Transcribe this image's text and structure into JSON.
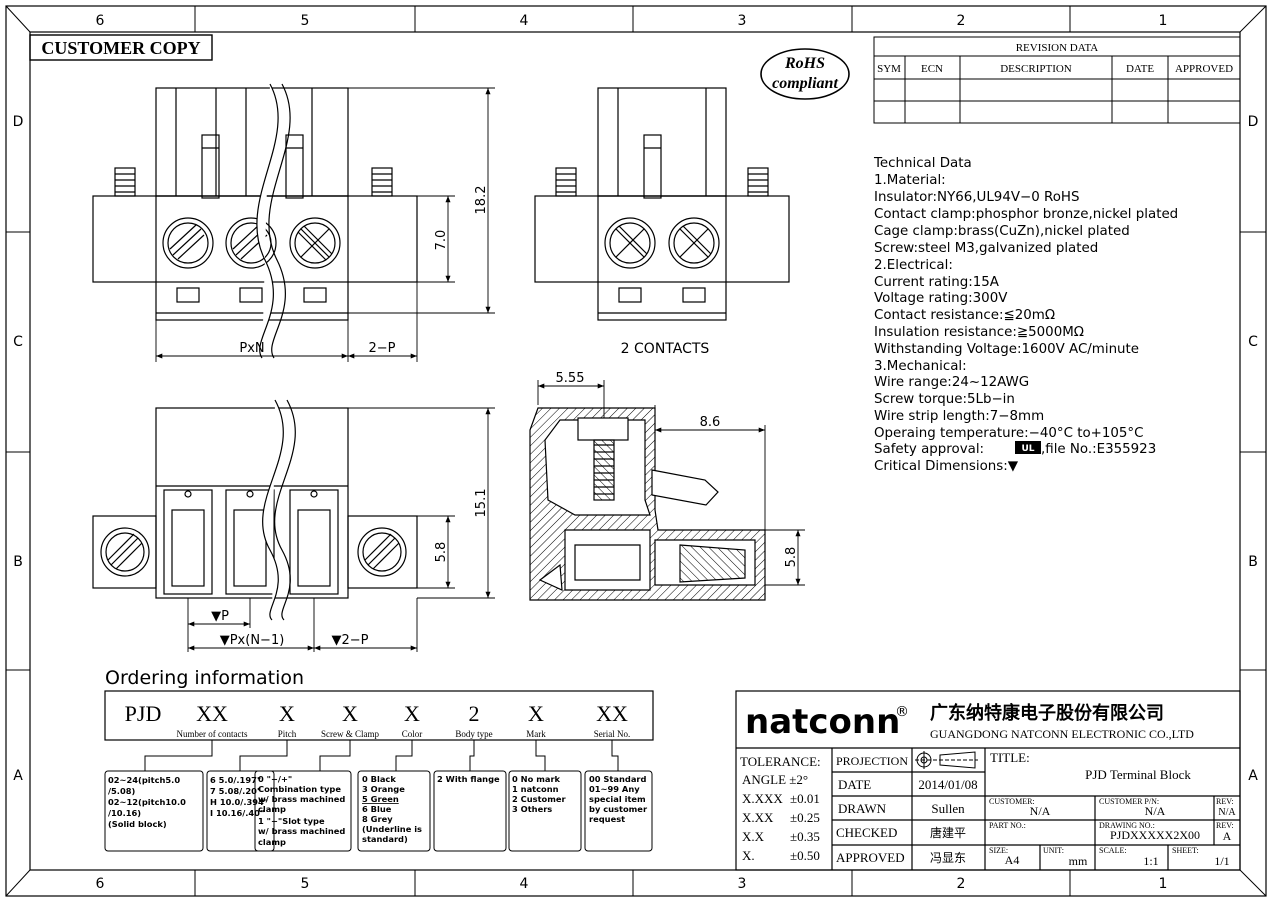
{
  "zones": {
    "cols_top": [
      "6",
      "5",
      "4",
      "3",
      "2",
      "1"
    ],
    "cols_bottom": [
      "6",
      "5",
      "4",
      "3",
      "2",
      "1"
    ],
    "rows_left": [
      "D",
      "C",
      "B",
      "A"
    ],
    "rows_right": [
      "D",
      "C",
      "B",
      "A"
    ]
  },
  "customer_copy": "CUSTOMER COPY",
  "rohs": {
    "line1": "RoHS",
    "line2": "compliant"
  },
  "revision": {
    "title": "REVISION DATA",
    "headers": [
      "SYM",
      "ECN",
      "DESCRIPTION",
      "DATE",
      "APPROVED"
    ]
  },
  "tech": {
    "lines": [
      "Technical Data",
      "1.Material:",
      "  Insulator:NY66,UL94V−0 RoHS",
      "  Contact clamp:phosphor bronze,nickel plated",
      "  Cage clamp:brass(CuZn),nickel plated",
      "  Screw:steel M3,galvanized plated",
      "2.Electrical:",
      "  Current rating:15A",
      "  Voltage rating:300V",
      "  Contact resistance:≦20mΩ",
      "  Insulation resistance:≧5000MΩ",
      "  Withstanding Voltage:1600V AC/minute",
      "3.Mechanical:",
      "  Wire range:24~12AWG",
      "  Screw torque:5Lb−in",
      "  Wire strip length:7−8mm",
      "  Operaing temperature:−40°C to+105°C"
    ],
    "safety_prefix": "Safety approval:",
    "safety_suffix": ",file No.:E355923",
    "critical": "Critical Dimensions:▼"
  },
  "dims": {
    "h182": "18.2",
    "h70": "7.0",
    "pxn": "PxN",
    "twop": "2−P",
    "two_contacts": "2 CONTACTS",
    "d555": "5.55",
    "d86": "8.6",
    "h151": "15.1",
    "h58a": "5.8",
    "h58b": "5.8",
    "p": "▼P",
    "pxn1": "▼Px(N−1)",
    "twop2": "▼2−P"
  },
  "ordering": {
    "title": "Ordering information",
    "codes": [
      "PJD",
      "XX",
      "X",
      "X",
      "X",
      "2",
      "X",
      "XX"
    ],
    "labels": [
      "",
      "Number of contacts",
      "Pitch",
      "Screw & Clamp",
      "Color",
      "Body type",
      "Mark",
      "Serial No."
    ],
    "box_contacts": [
      "02~24(pitch5.0",
      "/5.08)",
      "02~12(pitch10.0",
      "/10.16)",
      "(Solid block)"
    ],
    "box_pitch": [
      "6  5.0/.197\"",
      "7  5.08/.20\"",
      "H  10.0/.394\"",
      "I  10.16/.40\""
    ],
    "box_screw": [
      "0 \"−/+\"",
      "Combination type",
      "w/ brass machined",
      "clamp",
      "1 \"−\"Slot type",
      "w/ brass machined",
      "clamp"
    ],
    "box_color": [
      "0 Black",
      "3 Orange",
      "5 Green",
      "6 Blue",
      "8 Grey",
      "(Underline is",
      "standard)"
    ],
    "box_body": [
      "2 With flange"
    ],
    "box_mark": [
      "0 No mark",
      "1 natconn",
      "2 Customer",
      "3 Others"
    ],
    "box_serial": [
      "00 Standard",
      "01~99 Any",
      "special item",
      "by customer",
      "request"
    ]
  },
  "titleblock": {
    "logo": "natconn",
    "reg": "®",
    "cn_name": "广东纳特康电子股份有限公司",
    "en_name": "GUANGDONG NATCONN ELECTRONIC CO.,LTD",
    "tolerance": "TOLERANCE:",
    "tol_rows": [
      [
        "ANGLE ±2°",
        ""
      ],
      [
        "X.XXX",
        "±0.01"
      ],
      [
        "X.XX",
        "±0.25"
      ],
      [
        "X.X",
        "±0.35"
      ],
      [
        "X.",
        "±0.50"
      ]
    ],
    "projection": "PROJECTION",
    "date_label": "DATE",
    "date_value": "2014/01/08",
    "drawn_label": "DRAWN",
    "drawn_value": "Sullen",
    "checked_label": "CHECKED",
    "checked_value": "唐建平",
    "approved_label": "APPROVED",
    "approved_value": "冯显东",
    "title_label": "TITLE:",
    "title_value": "PJD  Terminal Block",
    "customer_label": "CUSTOMER:",
    "customer_value": "N/A",
    "cust_pn_label": "CUSTOMER P/N:",
    "cust_pn_value": "N/A",
    "rev_label": "REV:",
    "rev_value1": "N/A",
    "part_label": "PART NO.:",
    "drawing_label": "DRAWING NO.:",
    "drawing_value": "PJDXXXXX2X00",
    "rev_value2": "A",
    "size_label": "SIZE:",
    "size_value": "A4",
    "unit_label": "UNIT:",
    "unit_value": "mm",
    "scale_label": "SCALE:",
    "scale_value": "1:1",
    "sheet_label": "SHEET:",
    "sheet_value": "1/1"
  }
}
